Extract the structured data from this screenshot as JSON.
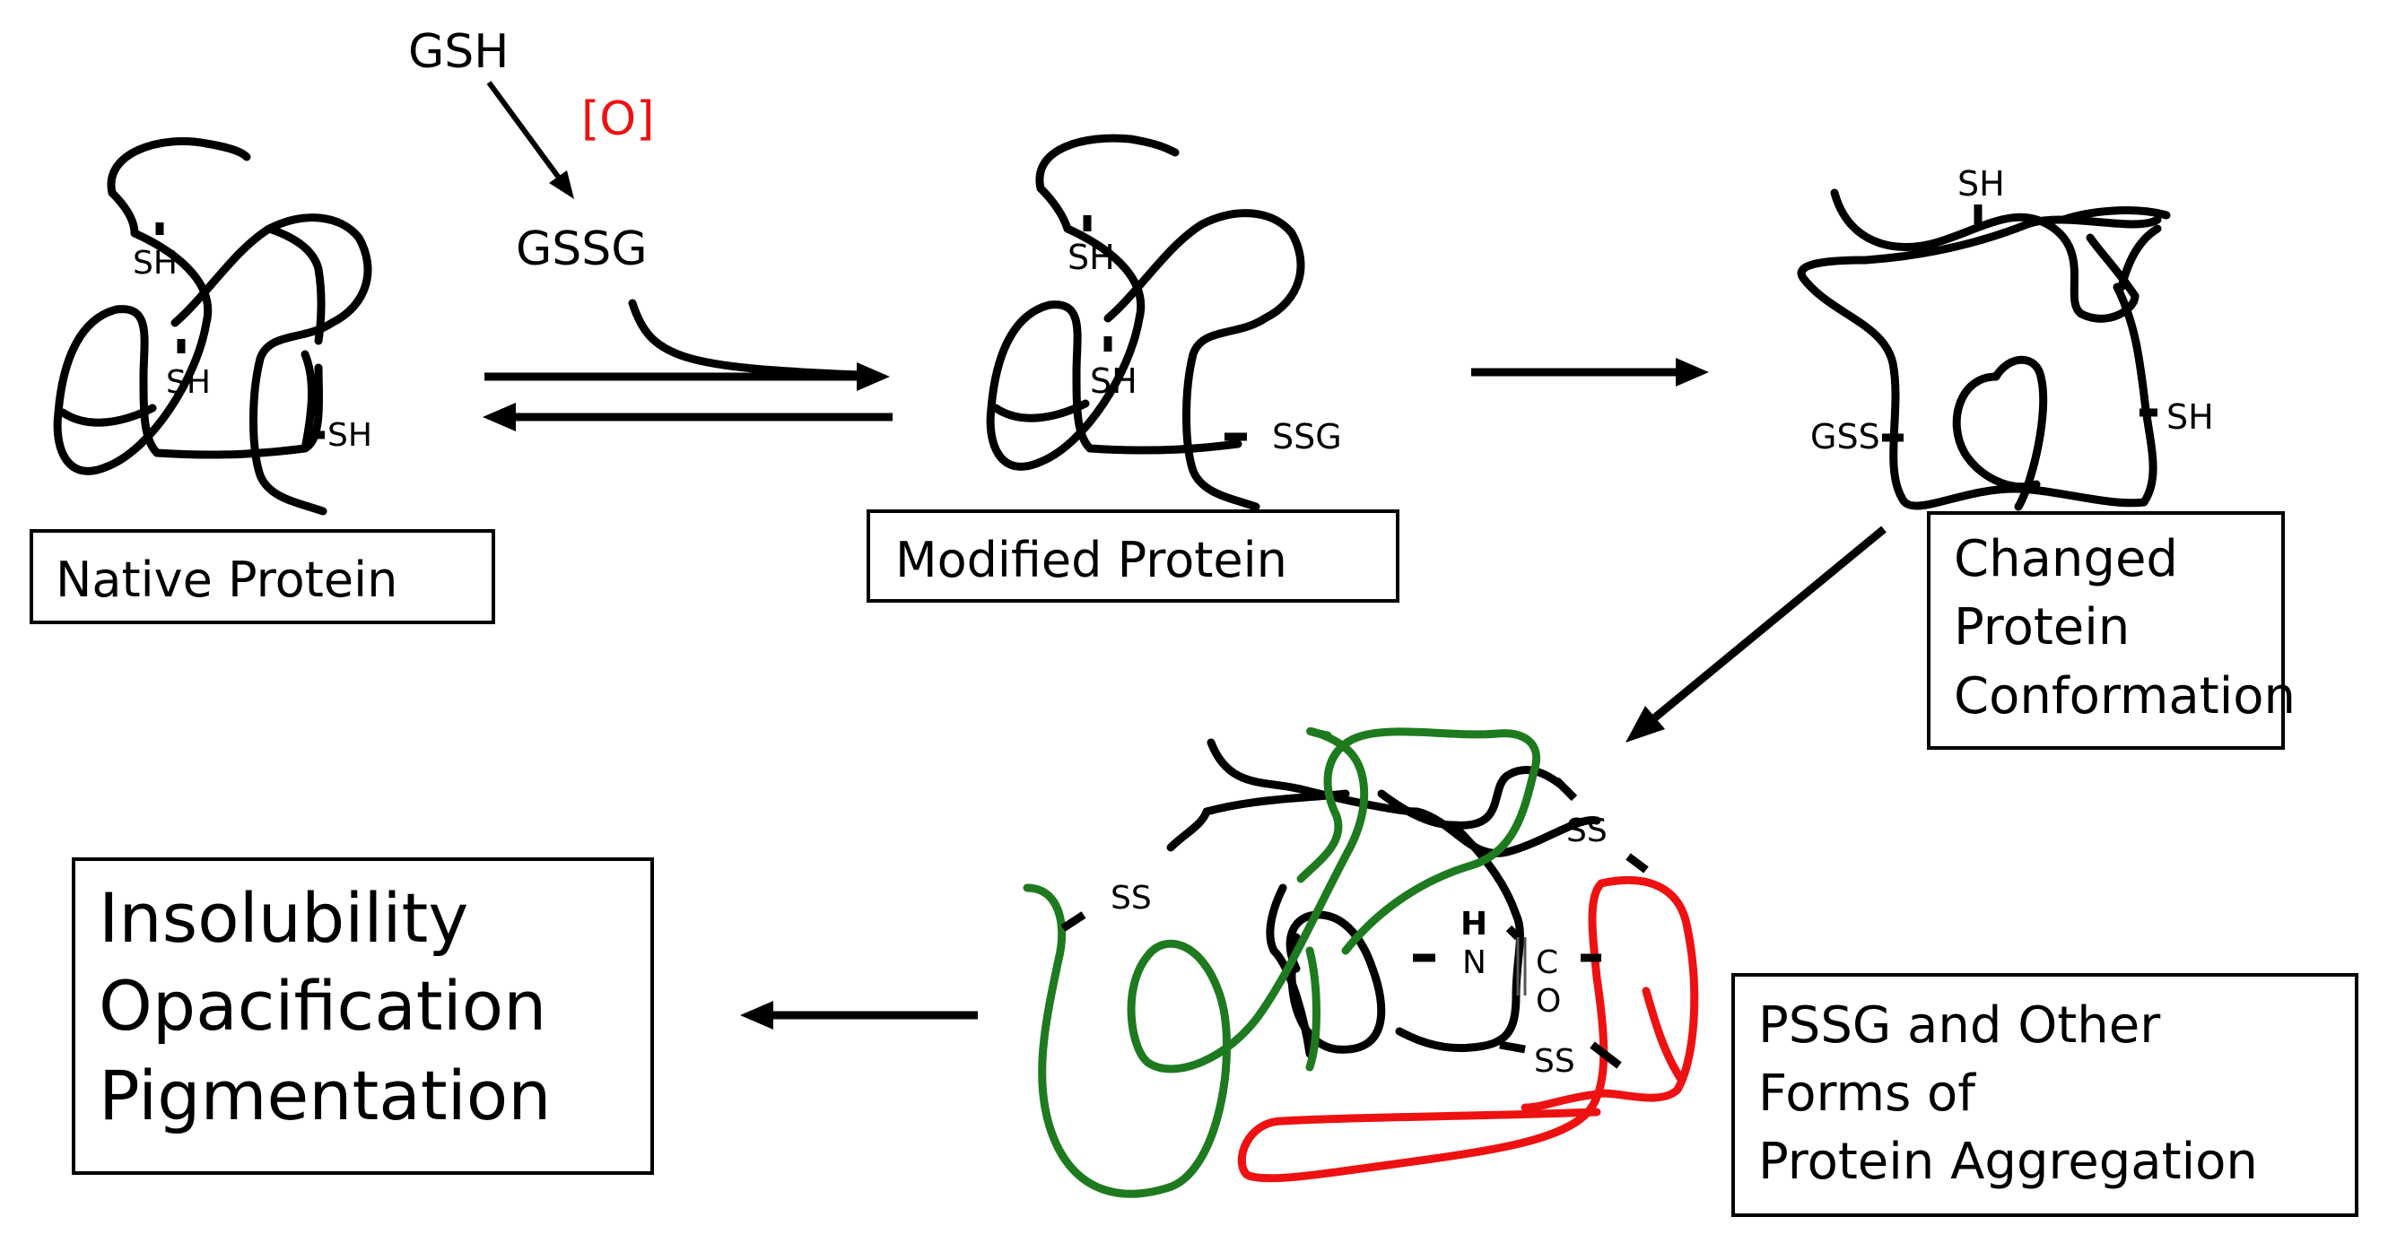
{
  "reagents": {
    "gsh": "GSH",
    "oxidant": "[O]",
    "gssg": "GSSG",
    "oxidant_color": "#ee1111"
  },
  "native": {
    "box_label": "Native Protein",
    "sh_top": "SH",
    "sh_mid": "SH",
    "sh_right": "SH"
  },
  "modified": {
    "box_label": "Modified Protein",
    "sh_top": "SH",
    "sh_mid": "SH",
    "ssg": "SSG"
  },
  "changed": {
    "box_line1": "Changed",
    "box_line2": "Protein",
    "box_line3": "Conformation",
    "sh_top": "SH",
    "sh_right": "SH",
    "gss": "GSS"
  },
  "aggregate": {
    "box_line1": "PSSG and Other",
    "box_line2": "Forms of",
    "box_line3": "Protein Aggregation",
    "ss_left": "SS",
    "ss_topright": "SS",
    "ss_bottom": "SS",
    "h_label": "H",
    "n_label": "N",
    "c_label": "C",
    "o_label": "O",
    "colors": {
      "chain_a": "#000000",
      "chain_b": "#1e7a1e",
      "chain_c": "#ee1111"
    }
  },
  "outcome": {
    "line1": "Insolubility",
    "line2": "Opacification",
    "line3": "Pigmentation"
  }
}
